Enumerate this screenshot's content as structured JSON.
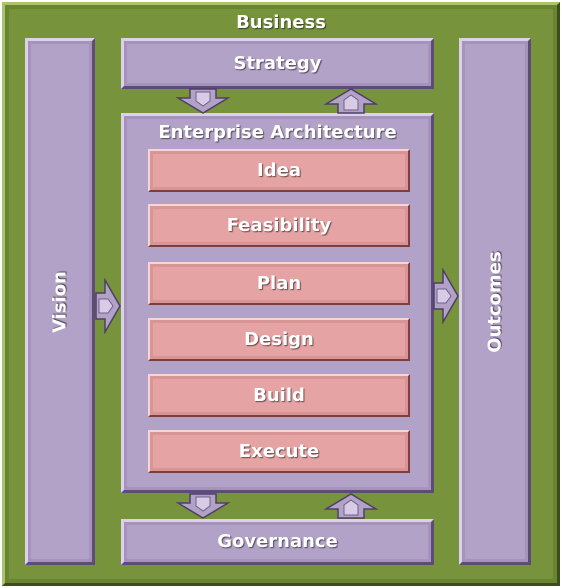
{
  "business": {
    "label": "Business"
  },
  "strategy": {
    "label": "Strategy"
  },
  "vision": {
    "label": "Vision"
  },
  "outcomes": {
    "label": "Outcomes"
  },
  "enterprise_architecture": {
    "label": "Enterprise Architecture",
    "stages": [
      "Idea",
      "Feasibility",
      "Plan",
      "Design",
      "Build",
      "Execute"
    ]
  },
  "governance": {
    "label": "Governance"
  },
  "colors": {
    "business": "#77933c",
    "panel": "#b3a2c7",
    "stage": "#e6a3a3"
  },
  "icons": {
    "down": "arrow-down-icon",
    "up": "arrow-up-icon",
    "right": "arrow-right-icon"
  }
}
